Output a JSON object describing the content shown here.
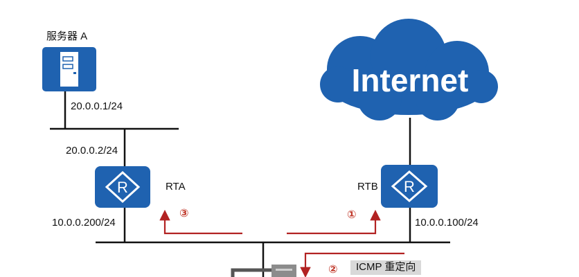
{
  "colors": {
    "device_blue": "#1f62b0",
    "line": "#111111",
    "arrow_red": "#b22222"
  },
  "server": {
    "label": "服务器 A",
    "ip": "20.0.0.1/24",
    "icon": "server-icon"
  },
  "cloud": {
    "label": "Internet",
    "icon": "cloud-icon"
  },
  "rta": {
    "label": "RTA",
    "ip_top": "20.0.0.2/24",
    "ip_bottom": "10.0.0.200/24",
    "icon": "router-icon"
  },
  "rtb": {
    "label": "RTB",
    "ip_bottom": "10.0.0.100/24",
    "icon": "router-icon"
  },
  "steps": [
    {
      "num": "①"
    },
    {
      "num": "②",
      "text": "ICMP 重定向"
    },
    {
      "num": "③"
    }
  ]
}
